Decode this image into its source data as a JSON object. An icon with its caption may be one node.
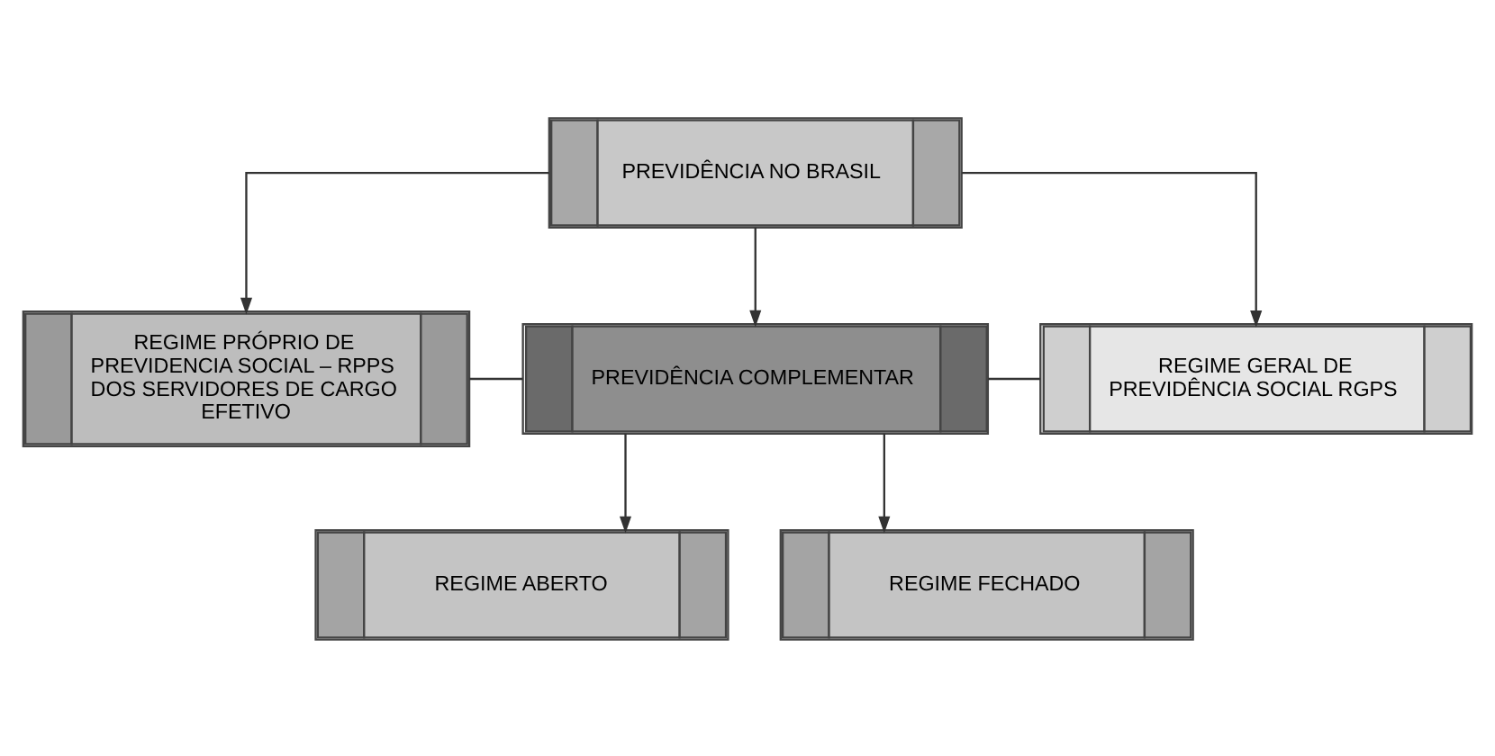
{
  "diagram": {
    "nodes": [
      {
        "text": [
          "PREVIDÊNCIA NO BRASIL"
        ]
      },
      {
        "text": [
          "REGIME PRÓPRIO DE PREVIDENCIA SOCIAL – RPPS DOS SERVIDORES DE CARGO EFETIVO"
        ]
      },
      {
        "text": [
          "PREVIDÊNCIA COMPLEMENTAR"
        ]
      },
      {
        "text": [
          "REGIME GERAL DE PREVIDÊNCIA SOCIAL RGPS"
        ]
      },
      {
        "text": [
          "REGIME ABERTO"
        ]
      },
      {
        "text": [
          "REGIME FECHADO"
        ]
      }
    ],
    "edges": [
      {
        "from": 0,
        "to": 1,
        "arrow": "to"
      },
      {
        "from": 0,
        "to": 2,
        "arrow": "to"
      },
      {
        "from": 0,
        "to": 3,
        "arrow": "to"
      },
      {
        "from": 1,
        "to": 2,
        "arrow": "none"
      },
      {
        "from": 2,
        "to": 3,
        "arrow": "none"
      },
      {
        "from": 2,
        "to": 4,
        "arrow": "to"
      },
      {
        "from": 2,
        "to": 5,
        "arrow": "to"
      }
    ]
  }
}
